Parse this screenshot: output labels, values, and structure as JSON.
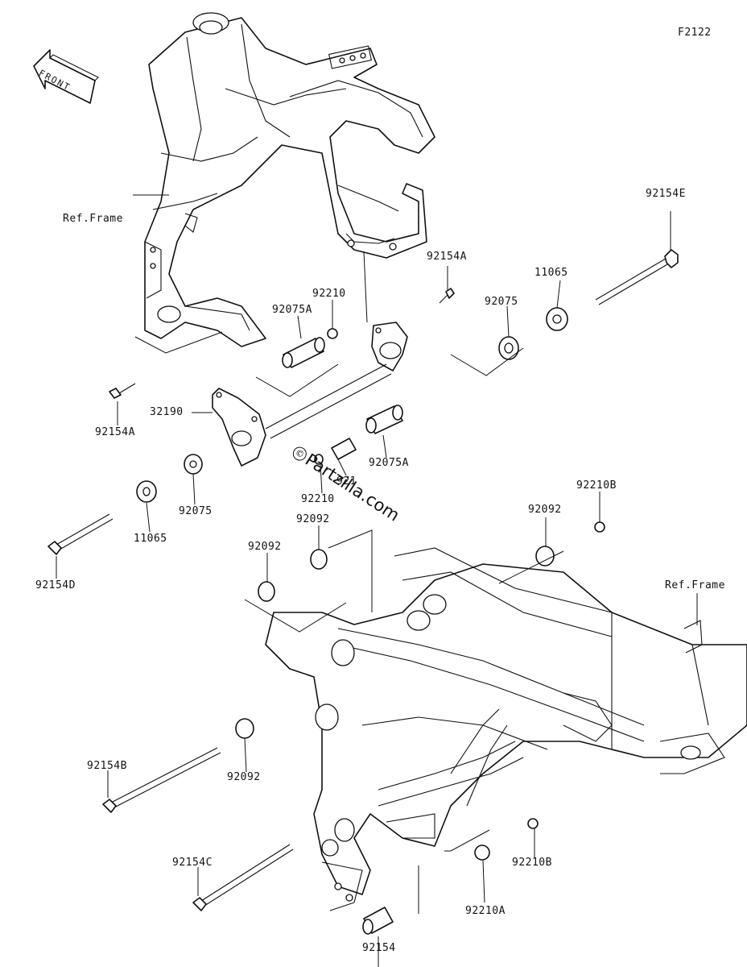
{
  "diagram": {
    "code": "F2122",
    "front_arrow": "FRONT",
    "watermark": "Partzilla.com",
    "watermark_symbol": "©",
    "ref_frame_label": "Ref.Frame",
    "callouts": {
      "p92154E": "92154E",
      "p11065_top": "11065",
      "p92154A_top": "92154A",
      "p92075_right": "92075",
      "p92210_top": "92210",
      "p92075A_top": "92075A",
      "p92154A_left": "92154A",
      "p32190": "32190",
      "p92075A_right": "92075A",
      "p92210_mid": "92210",
      "p921_partial": "921",
      "p92075_left": "92075",
      "p11065_left": "11065",
      "p92154D": "92154D",
      "p92092_a": "92092",
      "p92092_b": "92092",
      "p92092_right": "92092",
      "p92210B_top": "92210B",
      "p92092_low": "92092",
      "p92154B": "92154B",
      "p92154C": "92154C",
      "p92210B_bottom": "92210B",
      "p92210A": "92210A",
      "p92154": "92154"
    }
  }
}
